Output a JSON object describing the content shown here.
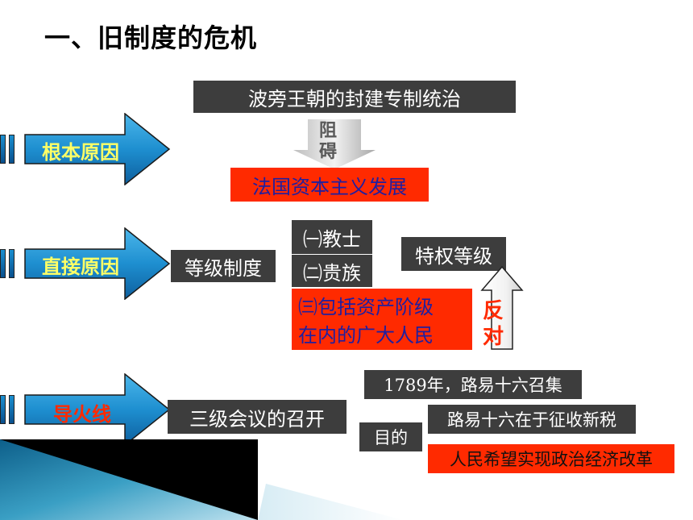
{
  "title": "一、旧制度的危机",
  "top_box": "波旁王朝的封建专制统治",
  "block_label": [
    "阻",
    "碍"
  ],
  "capitalism_box": "法国资本主义发展",
  "arrows": {
    "root": "根本原因",
    "direct": "直接原因",
    "fuse": "导火线"
  },
  "estate_box": "等级制度",
  "estates": {
    "first": "㈠教士",
    "second": "㈡贵族",
    "third_line1": "㈢包括资产阶级",
    "third_line2": "在内的广大人民"
  },
  "privileged_box": "特权等级",
  "oppose_label": [
    "反",
    "对"
  ],
  "estates_general_box": "三级会议的召开",
  "convene_box": "1789年，路易十六召集",
  "purpose_box": "目的",
  "purpose_king": "路易十六在于征收新税",
  "purpose_people": "人民希望实现政治经济改革",
  "colors": {
    "dark_box": "#3d3d3d",
    "red_box": "#ff2a00",
    "arrow_blue": "#1e8fd0",
    "label_yellow": "#ffff66",
    "label_red": "#ff2a00",
    "text_blue": "#1f1fa0"
  }
}
